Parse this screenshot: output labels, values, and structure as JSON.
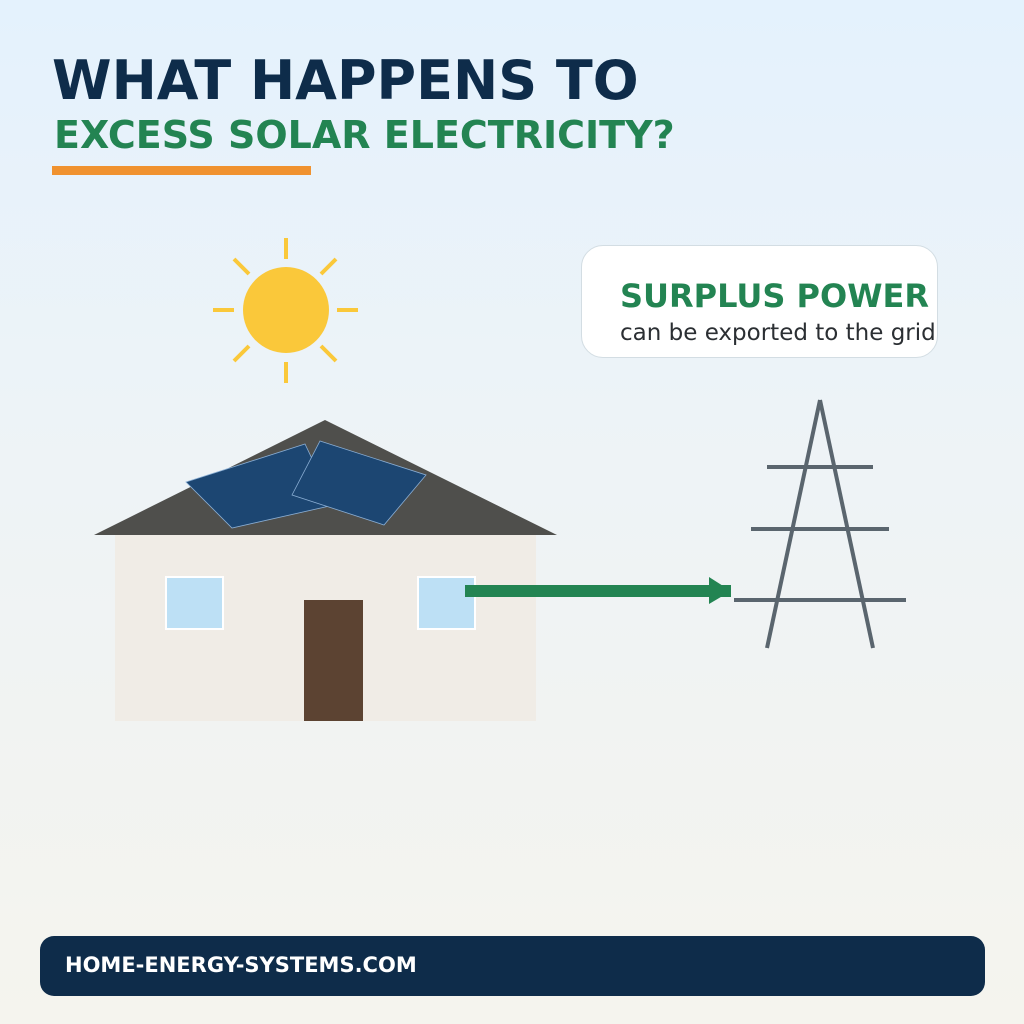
{
  "header": {
    "title_line1": "WHAT HAPPENS TO",
    "title_line2": "EXCESS SOLAR ELECTRICITY?"
  },
  "callout": {
    "title": "SURPLUS POWER",
    "subtitle": "can be exported to the grid"
  },
  "footer": {
    "site": "HOME-ENERGY-SYSTEMS.COM"
  },
  "colors": {
    "navy": "#0e2c4a",
    "green": "#238452",
    "orange": "#f0922f",
    "sun": "#fac83a",
    "roof": "#4f4f4c",
    "panel": "#1c4672",
    "wall": "#f0ece6",
    "window": "#bde0f5",
    "door": "#5c4332",
    "pylon": "#5a656e"
  },
  "icons": [
    "sun-icon",
    "house-icon",
    "solar-panel-icon",
    "export-arrow-icon",
    "power-pylon-icon"
  ]
}
